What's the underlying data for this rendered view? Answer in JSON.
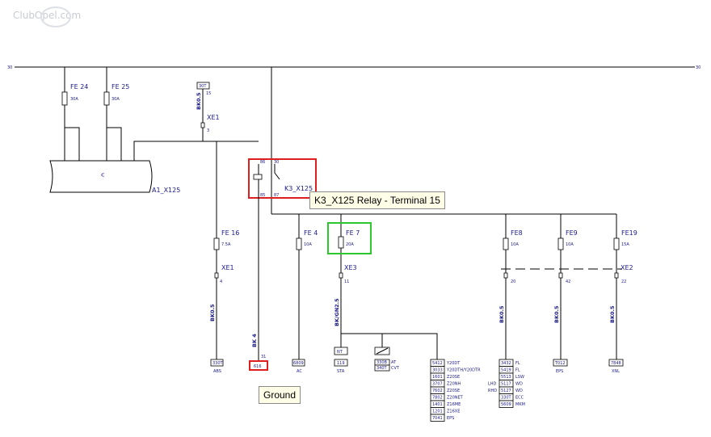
{
  "watermark": {
    "text": "ClubOpel.com"
  },
  "rails": {
    "left_label": "30",
    "right_label": "30"
  },
  "fuses_top": [
    {
      "name": "FE 24",
      "rating": "30A"
    },
    {
      "name": "FE 25",
      "rating": "30A"
    }
  ],
  "control_unit": {
    "name": "A1_X125"
  },
  "terminal_top": {
    "label": "30T",
    "number": "15"
  },
  "wire_left_vertical": "BK0.5",
  "connector_xe1_top": {
    "name": "XE1",
    "pin": "3"
  },
  "relay": {
    "name": "K3_X125",
    "pin_86": "86",
    "pin_30": "30",
    "pin_85": "85",
    "pin_87": "87"
  },
  "tooltip": {
    "text": "K3_X125 Relay - Terminal 15"
  },
  "fe16": {
    "name": "FE 16",
    "rating": "7.5A"
  },
  "xe1_bottom": {
    "name": "XE1",
    "pin": "4",
    "wire": "BK0.5"
  },
  "fe4": {
    "name": "FE 4",
    "rating": "10A"
  },
  "fe7": {
    "name": "FE 7",
    "rating": "20A"
  },
  "xe3": {
    "name": "XE3",
    "pin": "11",
    "wire": "BK/GN2.5"
  },
  "fe8": {
    "name": "FE8",
    "rating": "10A"
  },
  "fe9": {
    "name": "FE9",
    "rating": "10A"
  },
  "fe19": {
    "name": "FE19",
    "rating": "15A"
  },
  "xe2": {
    "name": "XE2",
    "pin_a": "20",
    "pin_b": "42",
    "pin_c": "22"
  },
  "wire_fe8": "BK0.5",
  "wire_fe9": "BK0.5",
  "wire_fe19": "BK0.5",
  "wire_relay": "BK 4",
  "ground_point": {
    "pin": "31",
    "label": "616"
  },
  "ground_tooltip": {
    "text": "Ground"
  },
  "bottom_blocks": {
    "abs": {
      "box": "330T",
      "label": "ABS"
    },
    "ac": {
      "box": "6809",
      "label": "AC"
    },
    "sta": {
      "box": "NT",
      "sub": "119",
      "label": "STA"
    },
    "at": {
      "sub1": "330B",
      "sub2": "340T",
      "label1": "AT",
      "label2": "CVT"
    },
    "eps": {
      "box": "T012",
      "label": "EPS"
    },
    "xnl": {
      "box": "7848",
      "label": "XNL"
    }
  },
  "engine_list": [
    {
      "code": "5412",
      "label": "Y20DT"
    },
    {
      "code": "3033",
      "label": "Y20DTH/Y20DTR"
    },
    {
      "code": "1601",
      "label": "Z20SE"
    },
    {
      "code": "3707",
      "label": "Z20NH"
    },
    {
      "code": "7602",
      "label": "Z20SE"
    },
    {
      "code": "7802",
      "label": "Z20NET"
    },
    {
      "code": "1401",
      "label": "Z16ME"
    },
    {
      "code": "1201",
      "label": "Z16XE"
    },
    {
      "code": "7041",
      "label": "EPS"
    }
  ],
  "lamp_list": {
    "side_lhd": "LHD",
    "side_rhd": "RHD",
    "items": [
      {
        "code": "3432",
        "label": "FL"
      },
      {
        "code": "5419",
        "label": "FL"
      },
      {
        "code": "5513",
        "label": "LSW"
      },
      {
        "code": "5117",
        "label": "WD"
      },
      {
        "code": "5127",
        "label": "WD"
      },
      {
        "code": "330T",
        "label": "ECC"
      },
      {
        "code": "5609",
        "label": "MKM"
      }
    ]
  },
  "colors": {
    "ink": "#1a1a8a",
    "highlight_red": "#dd1f1f",
    "highlight_green": "#2ec82e"
  }
}
